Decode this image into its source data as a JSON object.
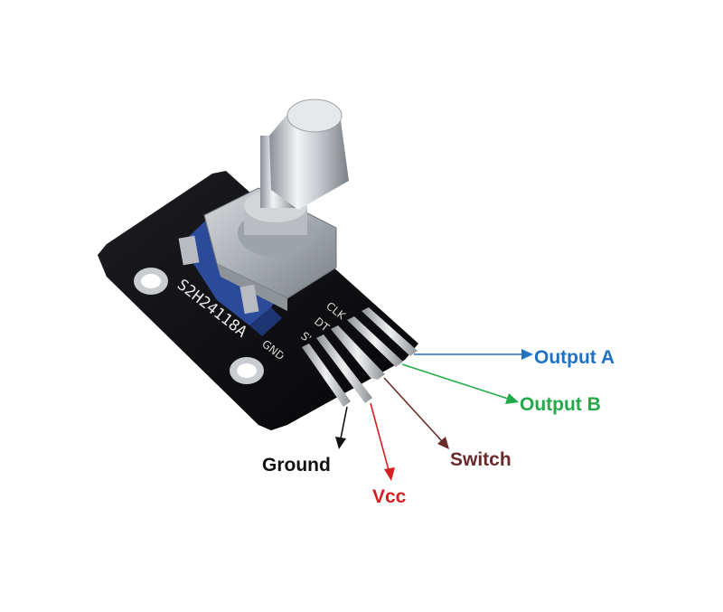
{
  "board": {
    "part_number": "S2H24118A",
    "silkscreen": {
      "clk": "CLK",
      "dt": "DT",
      "sw": "SW",
      "plus": "+",
      "gnd": "GND"
    }
  },
  "labels": {
    "output_a": "Output A",
    "output_b": "Output B",
    "switch": "Switch",
    "ground": "Ground",
    "vcc": "Vcc"
  },
  "colors": {
    "output_a": "#1f72c4",
    "output_b": "#22aa4a",
    "switch": "#6b2a2a",
    "ground": "#111111",
    "vcc": "#d42020",
    "board": "#111114",
    "knob_base": "#2c4a9a"
  },
  "icons": {
    "arrow": "arrow-head-icon"
  }
}
